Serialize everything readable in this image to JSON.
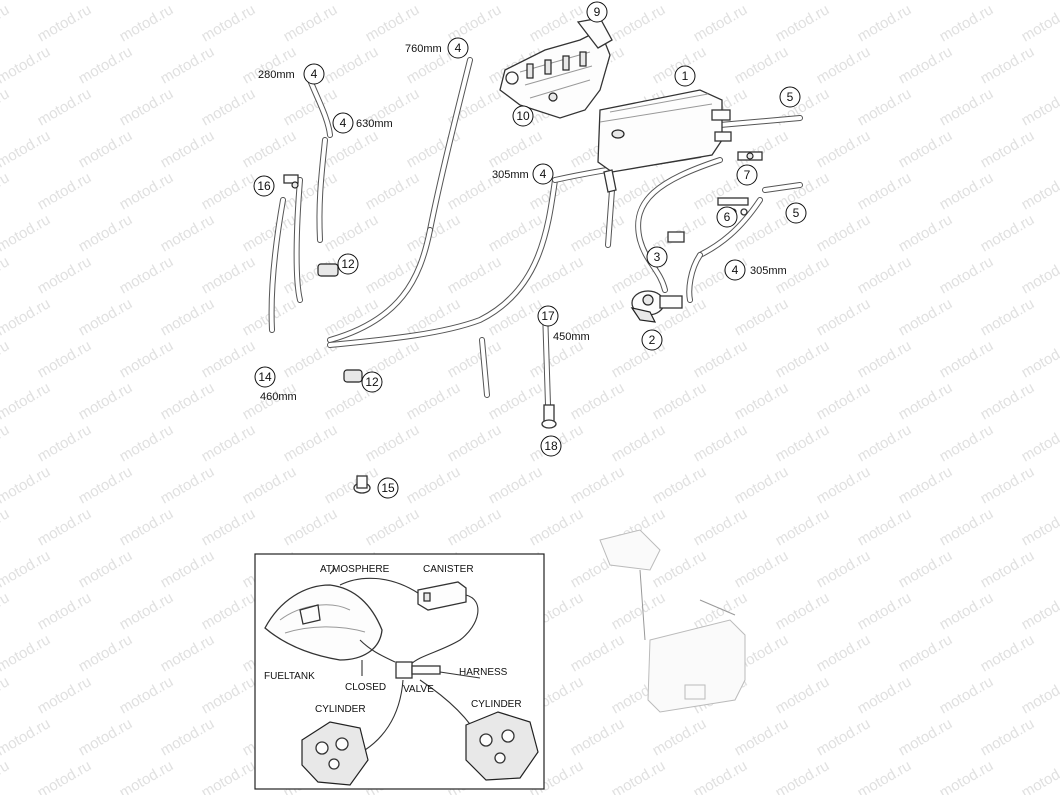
{
  "watermark": {
    "text": "motod.ru"
  },
  "callouts": [
    {
      "id": "1",
      "num": "1"
    },
    {
      "id": "2",
      "num": "2"
    },
    {
      "id": "3",
      "num": "3"
    },
    {
      "id": "4a",
      "num": "4",
      "length": "280mm"
    },
    {
      "id": "4b",
      "num": "4",
      "length": "760mm"
    },
    {
      "id": "4c",
      "num": "4",
      "length": "630mm"
    },
    {
      "id": "4d",
      "num": "4",
      "length": "305mm"
    },
    {
      "id": "4e",
      "num": "4",
      "length": "305mm"
    },
    {
      "id": "5a",
      "num": "5"
    },
    {
      "id": "5b",
      "num": "5"
    },
    {
      "id": "6",
      "num": "6"
    },
    {
      "id": "7",
      "num": "7"
    },
    {
      "id": "9",
      "num": "9"
    },
    {
      "id": "10",
      "num": "10"
    },
    {
      "id": "12a",
      "num": "12"
    },
    {
      "id": "12b",
      "num": "12"
    },
    {
      "id": "14",
      "num": "14",
      "length": "460mm"
    },
    {
      "id": "15",
      "num": "15"
    },
    {
      "id": "16",
      "num": "16"
    },
    {
      "id": "17",
      "num": "17",
      "length": "450mm"
    },
    {
      "id": "18",
      "num": "18"
    }
  ],
  "inset": {
    "labels": {
      "atmosphere": "ATMOSPHERE",
      "canister": "CANISTER",
      "fueltank": "FUELTANK",
      "closed": "CLOSED",
      "valve": "VALVE",
      "harness": "HARNESS",
      "cylinder_left": "CYLINDER",
      "cylinder_right": "CYLINDER"
    }
  }
}
